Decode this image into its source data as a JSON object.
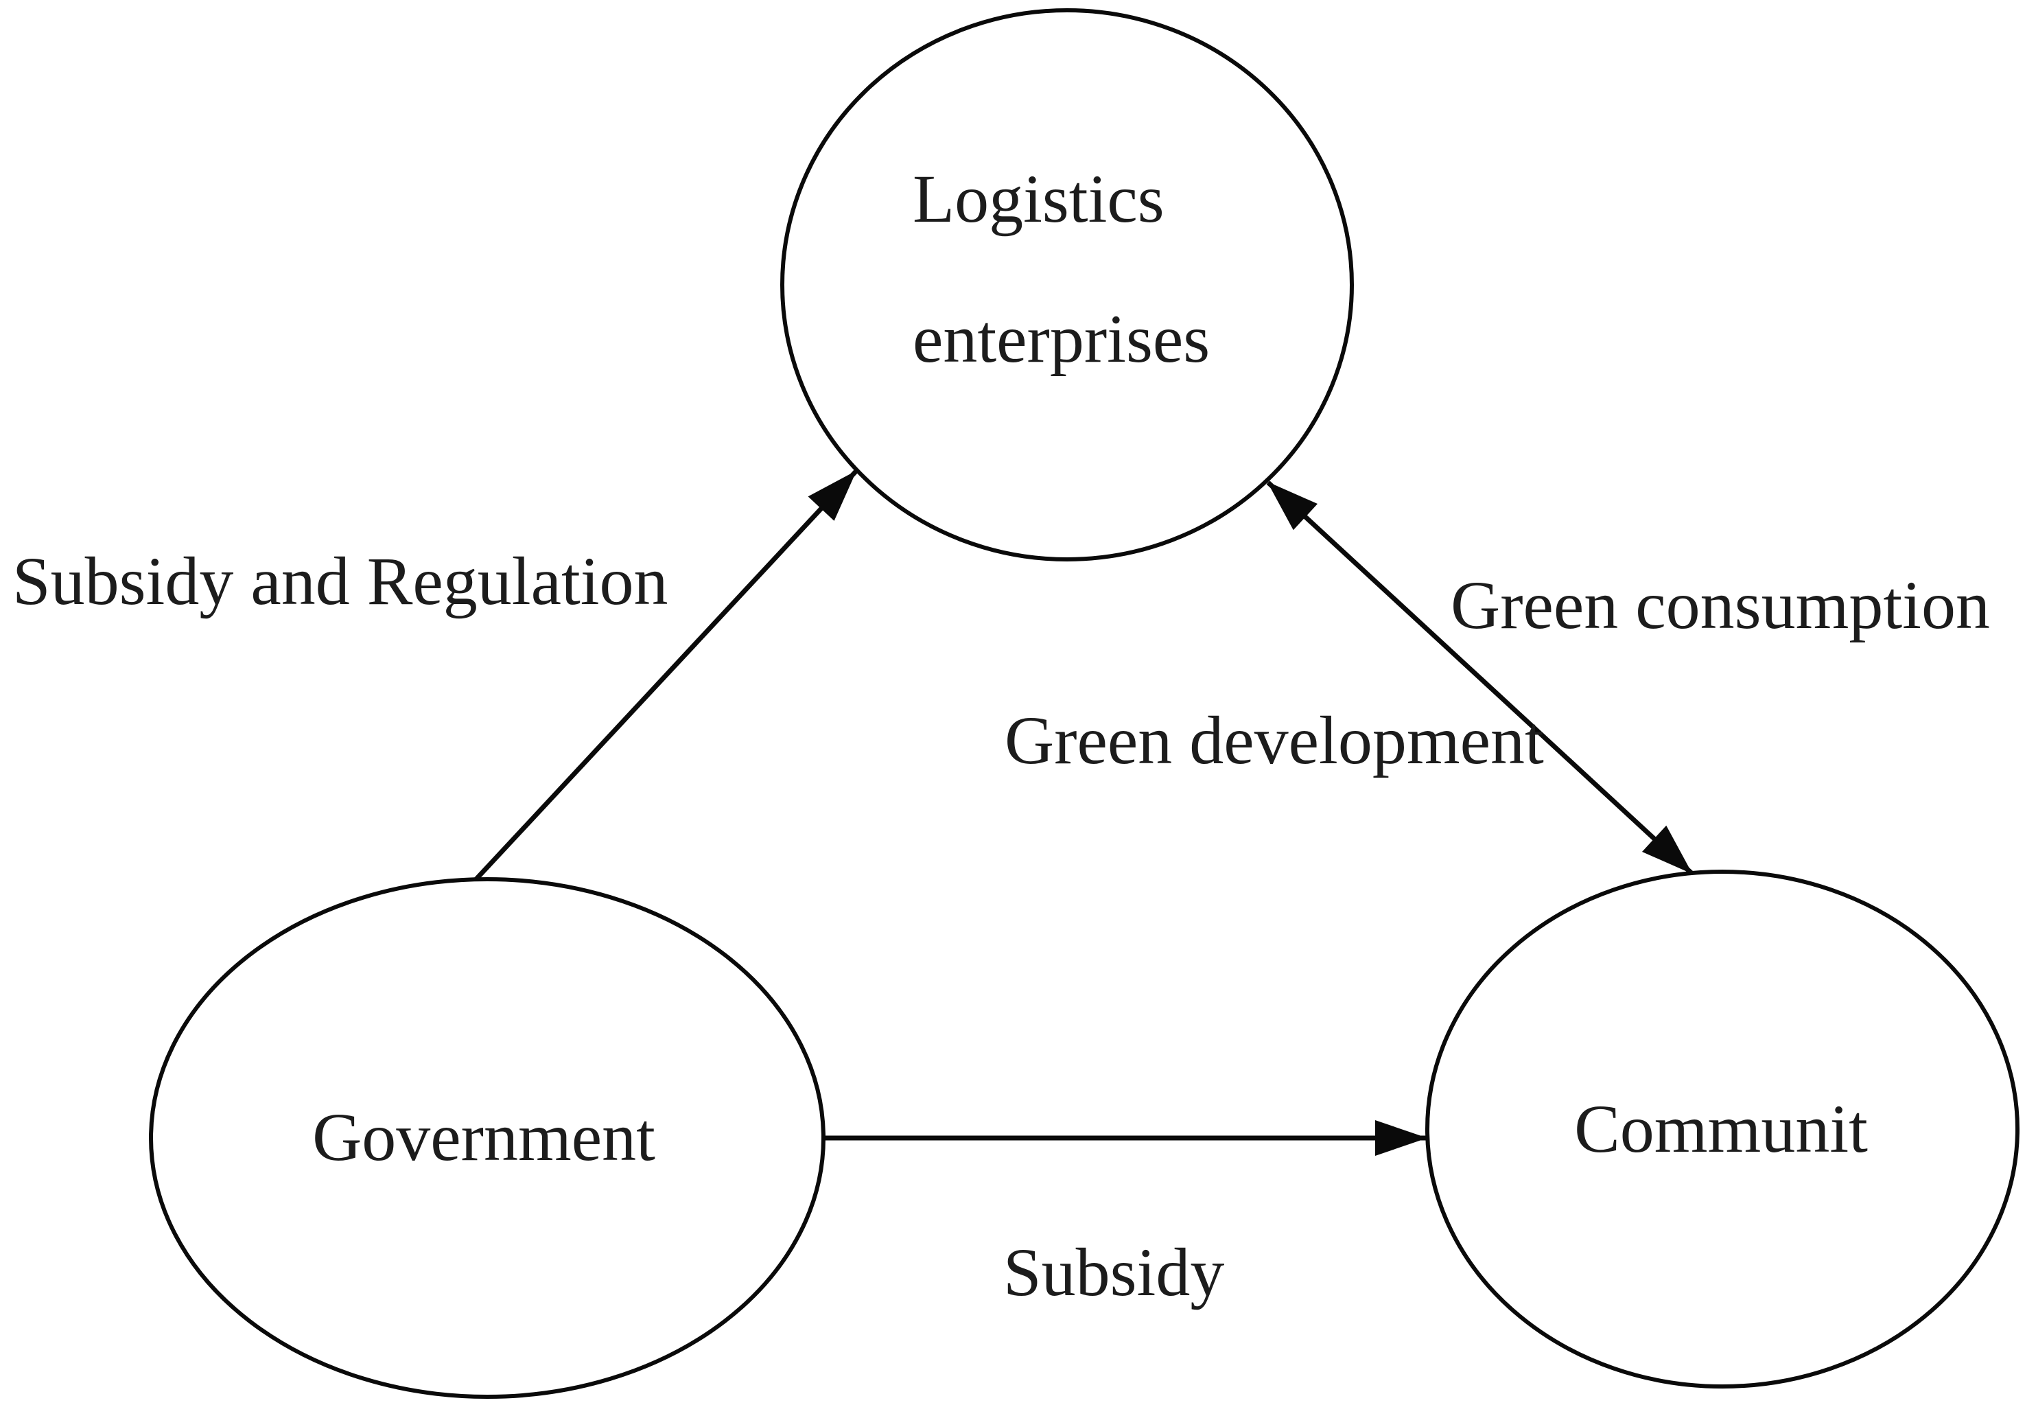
{
  "figure": {
    "type": "tripartite-evolutionary-game-relationship-diagram",
    "background_color": "#ffffff",
    "outline_color": "#0a0a0a",
    "text_color": "#1c1c1c"
  },
  "nodes": {
    "logistics": {
      "line1": "Logistics",
      "line2": "enterprises"
    },
    "government": {
      "label": "Government"
    },
    "community": {
      "label": "Communit"
    }
  },
  "edges": {
    "subsidy_regulation": {
      "label": "Subsidy and Regulation",
      "from": "government",
      "to": "logistics",
      "direction": "one-way"
    },
    "green_link": {
      "label_upper": "Green consumption",
      "label_lower": "Green development",
      "from": "logistics",
      "to": "community",
      "direction": "two-way"
    },
    "subsidy": {
      "label": "Subsidy",
      "from": "government",
      "to": "community",
      "direction": "one-way"
    }
  }
}
